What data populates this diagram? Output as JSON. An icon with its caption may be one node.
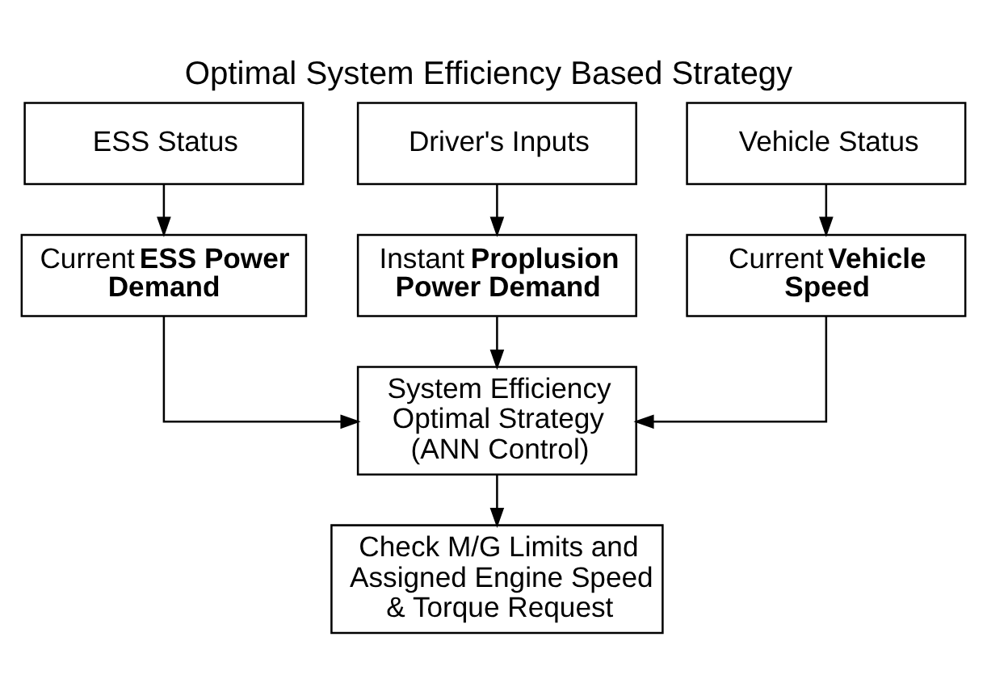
{
  "diagram": {
    "title": "Optimal System Efficiency Based Strategy",
    "nodes": [
      {
        "text": [
          "ESS Status"
        ]
      },
      {
        "text": [
          "Driver's Inputs"
        ]
      },
      {
        "text": [
          "Vehicle Status"
        ]
      },
      {
        "text": [
          "Current **ESS Power Demand**"
        ]
      },
      {
        "text": [
          "Instant **Proplusion Power Demand**"
        ]
      },
      {
        "text": [
          "Current **Vehicle Speed**"
        ]
      },
      {
        "text": [
          "System Efficiency Optimal Strategy (ANN Control)"
        ]
      },
      {
        "text": [
          "Check M/G Limits and Assigned Engine Speed & Torque Request"
        ]
      }
    ],
    "edges": [
      {
        "from": 0,
        "to": 3,
        "arrow": "to"
      },
      {
        "from": 1,
        "to": 4,
        "arrow": "to"
      },
      {
        "from": 2,
        "to": 5,
        "arrow": "to"
      },
      {
        "from": 3,
        "to": 6,
        "arrow": "to"
      },
      {
        "from": 4,
        "to": 6,
        "arrow": "to"
      },
      {
        "from": 5,
        "to": 6,
        "arrow": "to"
      },
      {
        "from": 6,
        "to": 7,
        "arrow": "to"
      }
    ]
  }
}
